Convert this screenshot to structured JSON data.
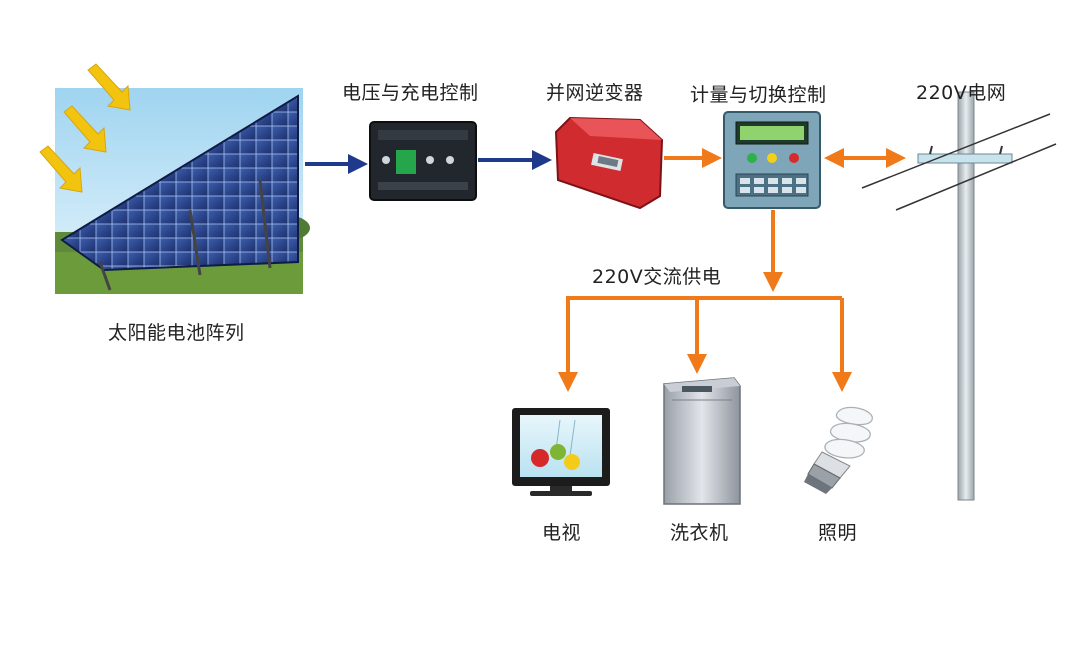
{
  "labels": {
    "solar_array": "太阳能电池阵列",
    "charge_controller": "电压与充电控制",
    "inverter": "并网逆变器",
    "meter_switch": "计量与切换控制",
    "grid": "220V电网",
    "ac_supply": "220V交流供电",
    "tv": "电视",
    "washer": "洗衣机",
    "lighting": "照明"
  },
  "colors": {
    "dc_arrow": "#1f3a8a",
    "ac_arrow": "#f07a1a",
    "sun_arrow": "#f2c40f",
    "inverter_body": "#c8282c",
    "meter_body": "#7fa6b8"
  },
  "icons": [
    "sun-ray-icon",
    "solar-panel-icon",
    "charge-controller-icon",
    "inverter-icon",
    "meter-box-icon",
    "utility-pole-icon",
    "tv-icon",
    "washing-machine-icon",
    "light-bulb-icon"
  ]
}
